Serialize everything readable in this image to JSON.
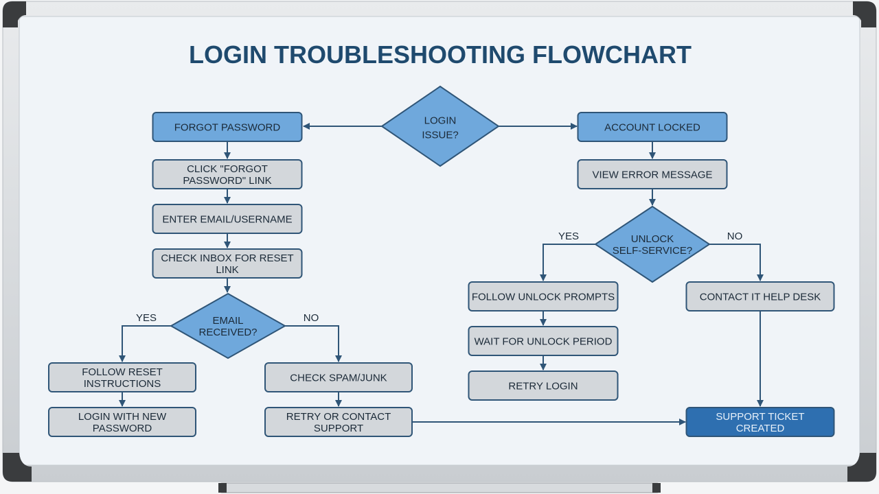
{
  "title": "LOGIN TROUBLESHOOTING FLOWCHART",
  "colors": {
    "primary": "#6fa8dc",
    "process": "#d3d7db",
    "terminal": "#2e6fb0",
    "line": "#2f5577",
    "title": "#1f4a6e"
  },
  "nodes": {
    "login_issue": [
      "LOGIN",
      "ISSUE?"
    ],
    "forgot_password": [
      "FORGOT PASSWORD"
    ],
    "click_link": [
      "CLICK \"FORGOT",
      "PASSWORD\" LINK"
    ],
    "enter_email": [
      "ENTER EMAIL/USERNAME"
    ],
    "check_inbox": [
      "CHECK INBOX FOR RESET",
      "LINK"
    ],
    "email_received": [
      "EMAIL",
      "RECEIVED?"
    ],
    "follow_reset": [
      "FOLLOW RESET",
      "INSTRUCTIONS"
    ],
    "login_new": [
      "LOGIN WITH NEW",
      "PASSWORD"
    ],
    "check_spam": [
      "CHECK SPAM/JUNK"
    ],
    "retry_contact": [
      "RETRY OR CONTACT",
      "SUPPORT"
    ],
    "account_locked": [
      "ACCOUNT LOCKED"
    ],
    "view_error": [
      "VIEW ERROR MESSAGE"
    ],
    "unlock_self": [
      "UNLOCK",
      "SELF-SERVICE?"
    ],
    "follow_unlock": [
      "FOLLOW UNLOCK PROMPTS"
    ],
    "wait_unlock": [
      "WAIT FOR UNLOCK PERIOD"
    ],
    "retry_login": [
      "RETRY LOGIN"
    ],
    "contact_it": [
      "CONTACT IT HELP DESK"
    ],
    "ticket": [
      "SUPPORT TICKET",
      "CREATED"
    ]
  },
  "branch_labels": {
    "email_yes": "YES",
    "email_no": "NO",
    "unlock_yes": "YES",
    "unlock_no": "NO"
  }
}
